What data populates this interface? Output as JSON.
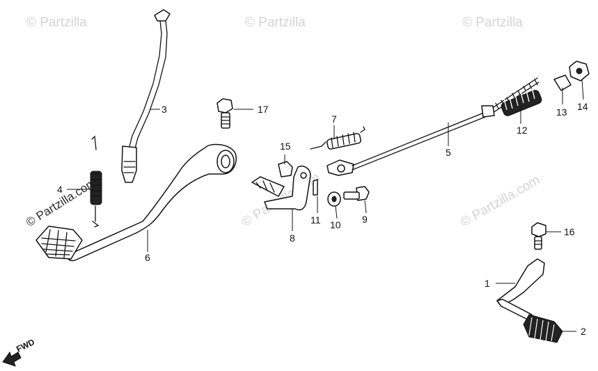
{
  "watermarks": {
    "top_left": "© Partzilla",
    "top_center": "© Partzilla",
    "top_right": "© Partzilla",
    "side_left": "© Partzilla.com",
    "middle": "© Partzilla.com",
    "right": "© Partzilla.com"
  },
  "direction_label": "FWD",
  "callouts": {
    "c1": "1",
    "c2": "2",
    "c3": "3",
    "c4": "4",
    "c5": "5",
    "c6": "6",
    "c7": "7",
    "c8": "8",
    "c9": "9",
    "c10": "10",
    "c11": "11",
    "c12": "12",
    "c13": "13",
    "c14": "14",
    "c15": "15",
    "c16": "16",
    "c17": "17"
  }
}
